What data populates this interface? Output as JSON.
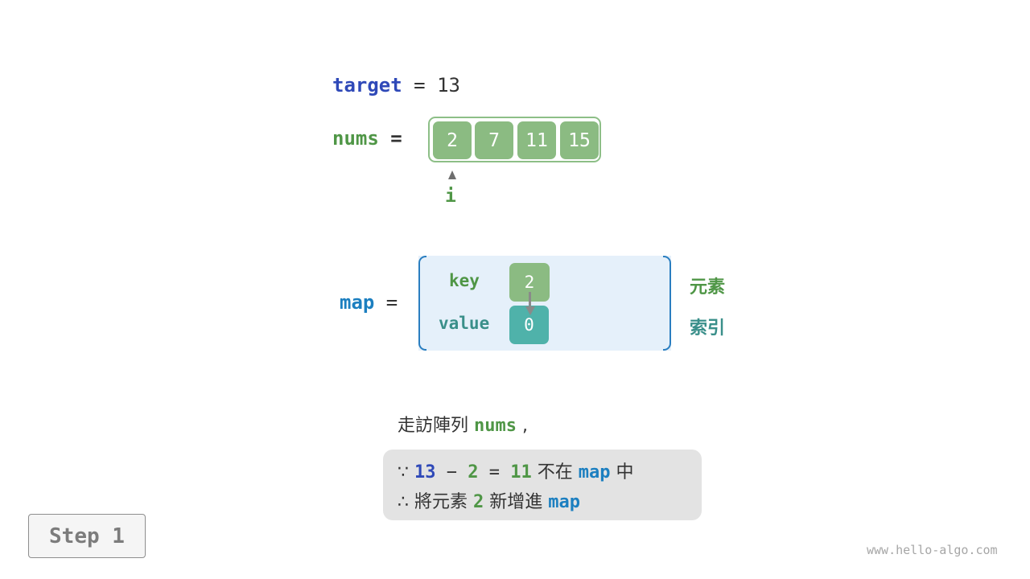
{
  "target": {
    "keyword": "target",
    "equals": " = ",
    "value": "13"
  },
  "nums": {
    "label": "nums",
    "equals": " =",
    "values": [
      "2",
      "7",
      "11",
      "15"
    ]
  },
  "pointer": {
    "label": "i"
  },
  "map": {
    "label": "map",
    "equals": " =",
    "key_label": "key",
    "value_label": "value",
    "key_value": "2",
    "value_value": "0",
    "legend_key": "元素",
    "legend_value": "索引"
  },
  "description": {
    "prefix": "走訪陣列 ",
    "keyword": "nums",
    "suffix": " ,"
  },
  "explanation": {
    "row1": {
      "because": "∵ ",
      "a": "13",
      "minus": " − ",
      "b": "2",
      "eq": " = ",
      "c": "11",
      "text": " 不在 ",
      "map": "map",
      "tail": " 中"
    },
    "row2": {
      "therefore": "∴ ",
      "text1": "將元素 ",
      "b": "2",
      "text2": " 新增進 ",
      "map": "map"
    }
  },
  "step": {
    "label": "Step 1"
  },
  "watermark": "www.hello-algo.com",
  "colors": {
    "green": "#4f9646",
    "teal": "#4fb2aa",
    "blue": "#2f49b8",
    "map_blue": "#1c7fc0",
    "cell_green": "#8bbb82"
  }
}
